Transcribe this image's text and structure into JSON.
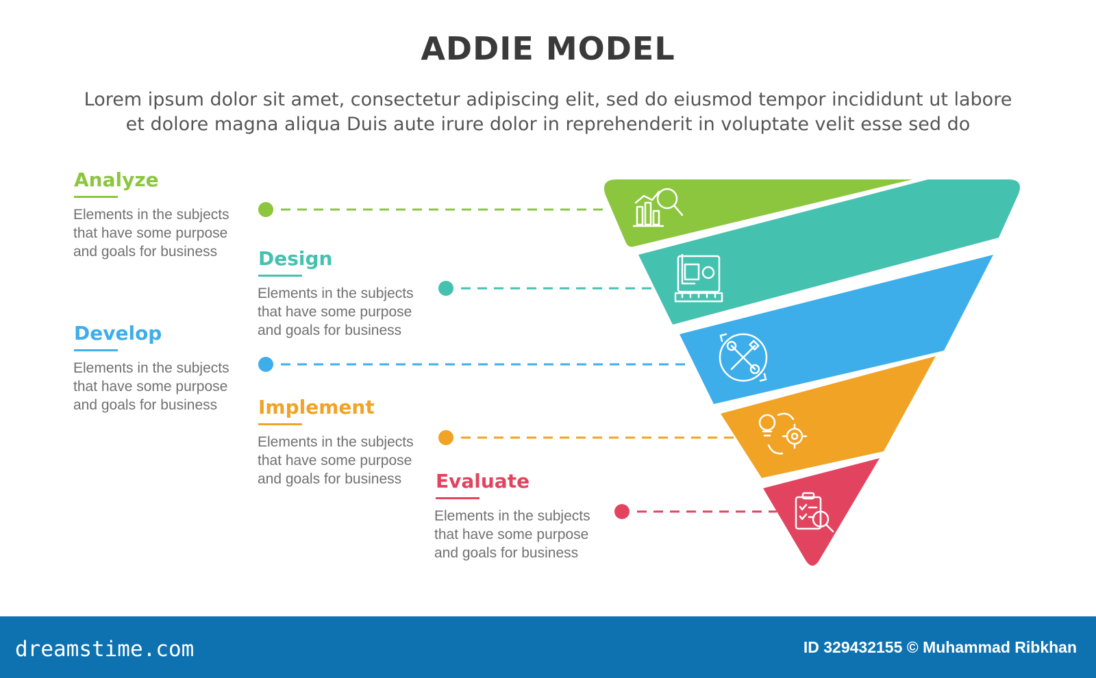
{
  "header": {
    "title": "ADDIE MODEL",
    "subtitle_line1": "Lorem ipsum dolor sit amet, consectetur adipiscing elit, sed do eiusmod tempor incididunt ut labore",
    "subtitle_line2": "et dolore magna aliqua Duis aute irure dolor in reprehenderit in voluptate velit esse sed do"
  },
  "steps": [
    {
      "title": "Analyze",
      "desc": [
        "Elements in the subjects",
        "that have some purpose",
        "and goals for business"
      ],
      "color": "#8cc63f",
      "icon": "analysis-chart-magnifier-icon"
    },
    {
      "title": "Design",
      "desc": [
        "Elements in the subjects",
        "that have some purpose",
        "and goals for business"
      ],
      "color": "#45c1b0",
      "icon": "blueprint-ruler-icon"
    },
    {
      "title": "Develop",
      "desc": [
        "Elements in the subjects",
        "that have some purpose",
        "and goals for business"
      ],
      "color": "#3daeea",
      "icon": "wrench-tools-cycle-icon"
    },
    {
      "title": "Implement",
      "desc": [
        "Elements in the subjects",
        "that have some purpose",
        "and goals for business"
      ],
      "color": "#f0a324",
      "icon": "lightbulb-gear-icon"
    },
    {
      "title": "Evaluate",
      "desc": [
        "Elements in the subjects",
        "that have some purpose",
        "and goals for business"
      ],
      "color": "#e2445f",
      "icon": "clipboard-magnifier-icon"
    }
  ],
  "footer": {
    "logo": "dreamstime.com",
    "credit": "ID 329432155 © Muhammad Ribkhan"
  }
}
